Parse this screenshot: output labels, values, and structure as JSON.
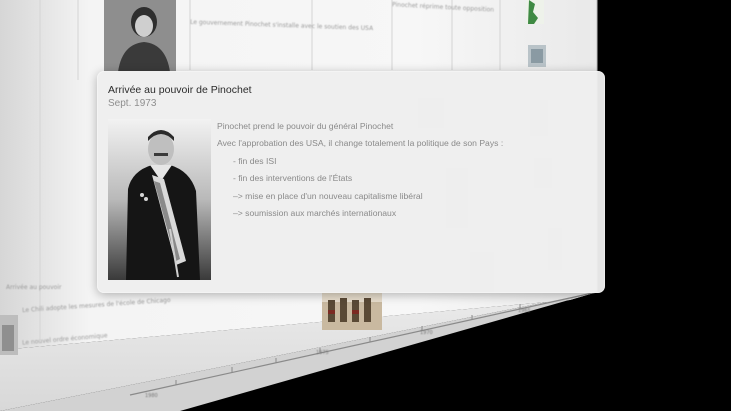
{
  "popup": {
    "title": "Arrivée au pouvoir de Pinochet",
    "date": "Sept. 1973",
    "lines": [
      "Pinochet prend le pouvoir du général Pinochet",
      "Avec l'approbation des USA, il change totalement la politique de son Pays :",
      "- fin des ISI",
      "- fin des interventions de l'États",
      "–> mise en place d'un nouveau capitalisme libéral",
      "–> soumission aux marchés internationaux"
    ]
  },
  "timeline": {
    "tick_labels": [
      "1980",
      "1975",
      "1970",
      "1965"
    ],
    "captions": [
      "Le gouvernement Pinochet s'installe avec le soutien des USA",
      "Pinochet réprime toute opposition",
      "Arrivée au pouvoir",
      "Le Chili adopte les mesures de l'école de Chicago",
      "Le nouvel ordre économique"
    ]
  },
  "colors": {
    "popup_bg": "#eeeeee",
    "wall_bg": "#f4f4f4",
    "backdrop": "#000000"
  }
}
